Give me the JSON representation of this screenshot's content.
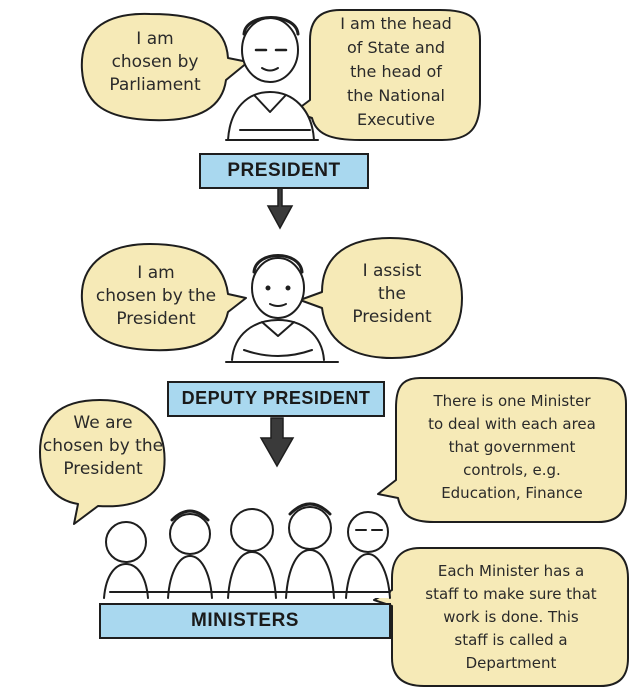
{
  "colors": {
    "bubble_fill": "#f6eab7",
    "label_fill": "#a9d8ef",
    "outline": "#1e1e1e"
  },
  "president": {
    "label": "PRESIDENT",
    "bubble_left": [
      "I am",
      "chosen by",
      "Parliament"
    ],
    "bubble_right": [
      "I am the head",
      "of State and",
      "the head of",
      "the National",
      "Executive"
    ]
  },
  "deputy": {
    "label": "DEPUTY PRESIDENT",
    "bubble_left": [
      "I am",
      "chosen by the",
      "President"
    ],
    "bubble_right": [
      "I assist",
      "the",
      "President"
    ]
  },
  "ministers": {
    "label": "MINISTERS",
    "bubble_left": [
      "We are",
      "chosen by the",
      "President"
    ],
    "bubble_right_top": [
      "There is one Minister",
      "to deal with each area",
      "that government",
      "controls, e.g.",
      "Education, Finance"
    ],
    "bubble_right_bottom": [
      "Each Minister has a",
      "staff to make sure that",
      "work is done. This",
      "staff is called a",
      "Department"
    ]
  }
}
